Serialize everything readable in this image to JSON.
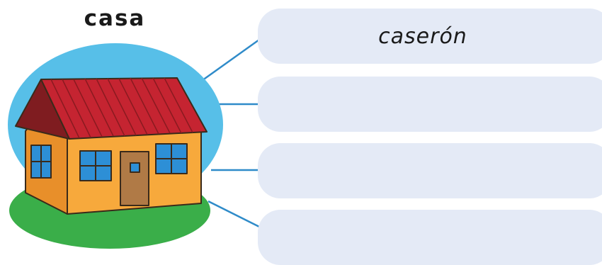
{
  "word": "casa",
  "answers": [
    {
      "text": "caserón"
    },
    {
      "text": ""
    },
    {
      "text": ""
    },
    {
      "text": ""
    }
  ],
  "colors": {
    "sky": "#57bfe8",
    "grass": "#3aae49",
    "roof": "#b9232f",
    "wall": "#f4a43a",
    "door": "#b07a46",
    "window": "#2d8fd6",
    "connector": "#2f8bc9",
    "box": "#e4eaf6"
  },
  "icons": [
    "house-illustration"
  ]
}
